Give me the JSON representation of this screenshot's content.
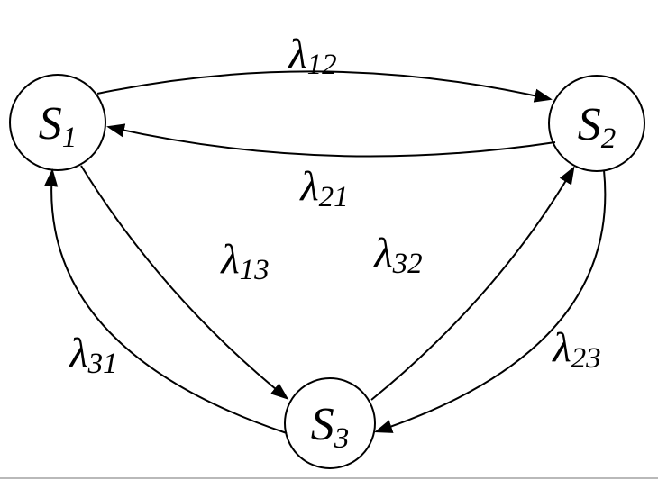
{
  "diagram": {
    "kind": "markov-state-transition-diagram",
    "stroke_color": "#000000",
    "background_color": "#ffffff",
    "states": [
      {
        "name": "S",
        "sub": "1"
      },
      {
        "name": "S",
        "sub": "2"
      },
      {
        "name": "S",
        "sub": "3"
      }
    ],
    "transitions": [
      {
        "symbol": "λ",
        "sub": "12",
        "from": "S1",
        "to": "S2"
      },
      {
        "symbol": "λ",
        "sub": "21",
        "from": "S2",
        "to": "S1"
      },
      {
        "symbol": "λ",
        "sub": "13",
        "from": "S1",
        "to": "S3"
      },
      {
        "symbol": "λ",
        "sub": "31",
        "from": "S3",
        "to": "S1"
      },
      {
        "symbol": "λ",
        "sub": "32",
        "from": "S3",
        "to": "S2"
      },
      {
        "symbol": "λ",
        "sub": "23",
        "from": "S2",
        "to": "S3"
      }
    ]
  }
}
